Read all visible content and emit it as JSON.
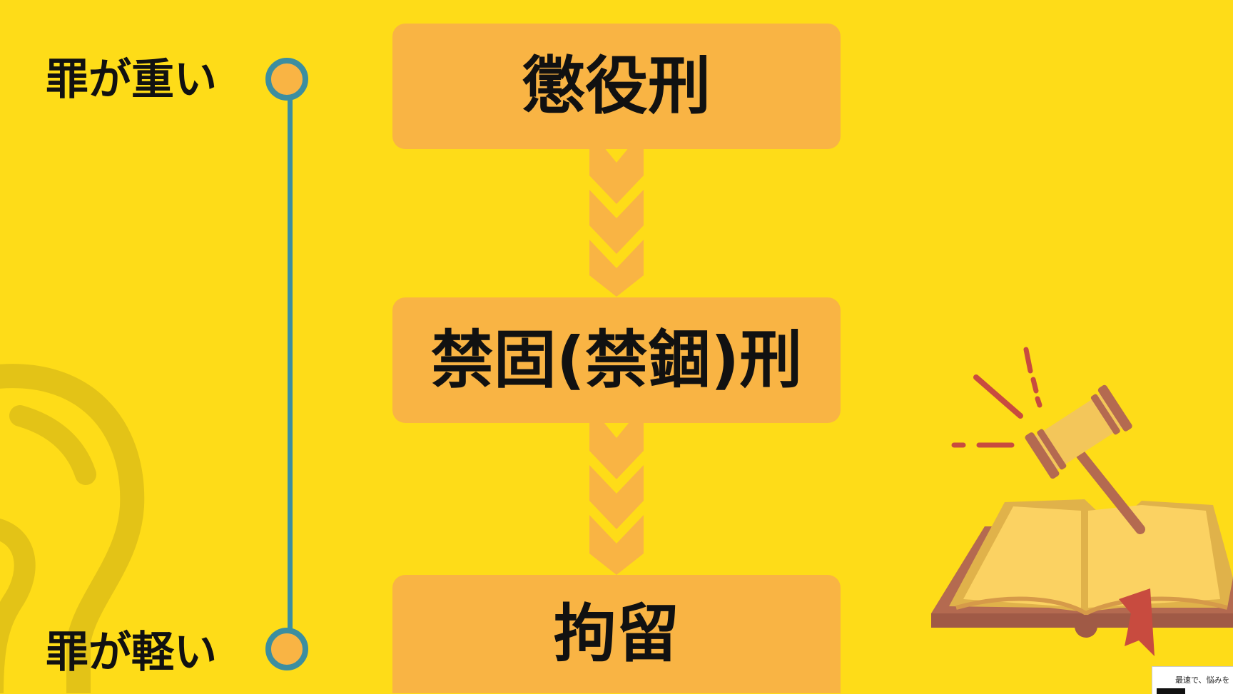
{
  "scale": {
    "top_label": "罪が重い",
    "bottom_label": "罪が軽い"
  },
  "punishments": [
    {
      "label": "懲役刑"
    },
    {
      "label": "禁固(禁錮)刑"
    },
    {
      "label": "拘留"
    }
  ],
  "logo": {
    "text": "最速で、悩みを"
  },
  "colors": {
    "background": "#FEDC18",
    "box": "#F9B444",
    "timeline": "#3C8EA0",
    "text": "#111111",
    "bulb_outline": "#E3C317",
    "gavel_accent": "#C84B3F"
  }
}
